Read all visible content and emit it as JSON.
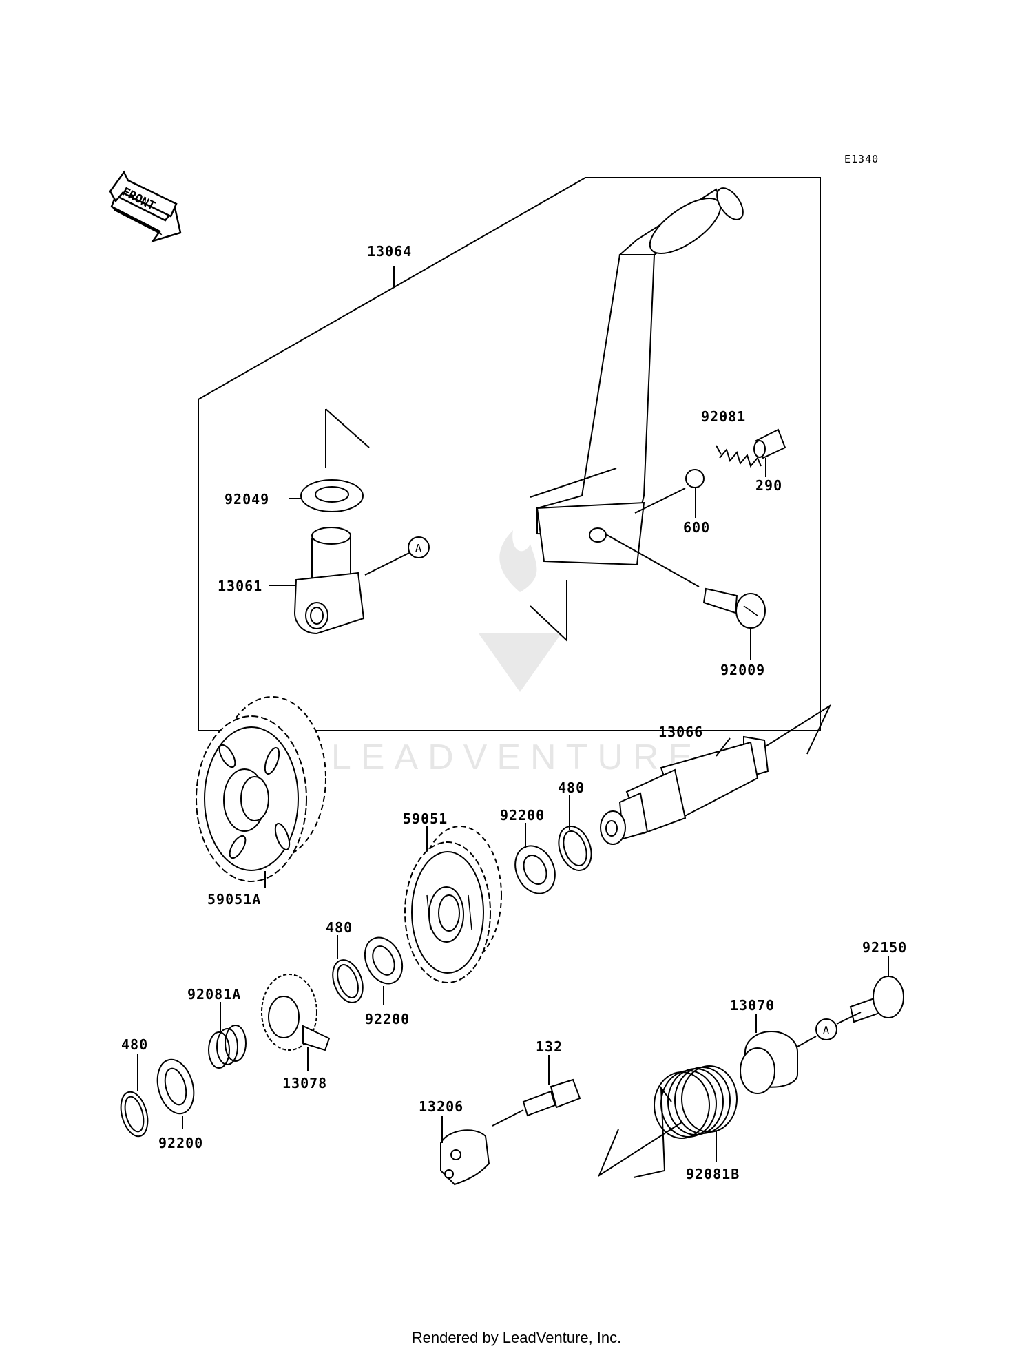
{
  "diagram": {
    "ref_code": "E1340",
    "front_label": "FRONT",
    "watermark": "LEADVENTURE",
    "footer": "Rendered by LeadVenture, Inc.",
    "callout_marker": "A"
  },
  "parts": [
    {
      "key": "p13064",
      "label": "13064",
      "name": "kick-pedal-assembly"
    },
    {
      "key": "p92081",
      "label": "92081",
      "name": "spring"
    },
    {
      "key": "p290",
      "label": "290",
      "name": "plug"
    },
    {
      "key": "p92049",
      "label": "92049",
      "name": "seal"
    },
    {
      "key": "p600",
      "label": "600",
      "name": "ball"
    },
    {
      "key": "p13061",
      "label": "13061",
      "name": "lever-boss"
    },
    {
      "key": "p92009",
      "label": "92009",
      "name": "screw"
    },
    {
      "key": "p13066",
      "label": "13066",
      "name": "kick-shaft"
    },
    {
      "key": "p480a",
      "label": "480",
      "name": "circlip"
    },
    {
      "key": "p92200a",
      "label": "92200",
      "name": "washer"
    },
    {
      "key": "p59051",
      "label": "59051",
      "name": "kick-gear"
    },
    {
      "key": "p59051A",
      "label": "59051A",
      "name": "idle-gear"
    },
    {
      "key": "p480b",
      "label": "480",
      "name": "circlip"
    },
    {
      "key": "p92081A",
      "label": "92081A",
      "name": "spring"
    },
    {
      "key": "p92200b",
      "label": "92200",
      "name": "washer"
    },
    {
      "key": "p480c",
      "label": "480",
      "name": "circlip"
    },
    {
      "key": "p13078",
      "label": "13078",
      "name": "ratchet"
    },
    {
      "key": "p92200c",
      "label": "92200",
      "name": "washer"
    },
    {
      "key": "p92150",
      "label": "92150",
      "name": "bolt"
    },
    {
      "key": "p13070",
      "label": "13070",
      "name": "collar"
    },
    {
      "key": "p132",
      "label": "132",
      "name": "bolt"
    },
    {
      "key": "p13206",
      "label": "13206",
      "name": "guide"
    },
    {
      "key": "p92081B",
      "label": "92081B",
      "name": "return-spring"
    }
  ]
}
